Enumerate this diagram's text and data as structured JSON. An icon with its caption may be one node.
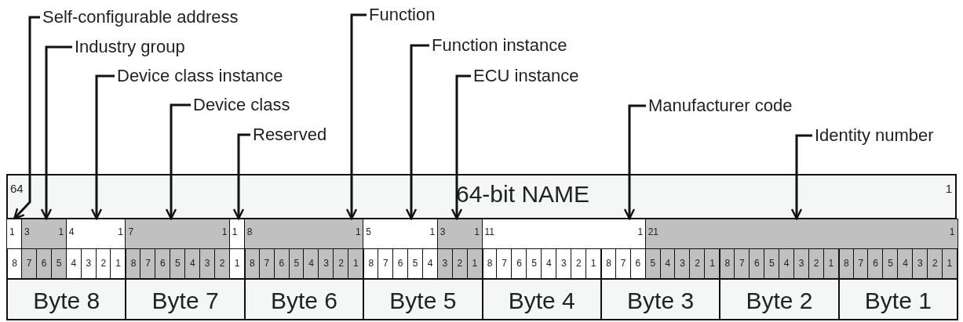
{
  "diagram": {
    "nodes": [
      {
        "text": [
          "Self-configurable address"
        ]
      },
      {
        "text": [
          "Industry group"
        ]
      },
      {
        "text": [
          "Device class instance"
        ]
      },
      {
        "text": [
          "Device class"
        ]
      },
      {
        "text": [
          "Reserved"
        ]
      },
      {
        "text": [
          "Function"
        ]
      },
      {
        "text": [
          "Function instance"
        ]
      },
      {
        "text": [
          "ECU instance"
        ]
      },
      {
        "text": [
          "Manufacturer code"
        ]
      },
      {
        "text": [
          "Identity number"
        ]
      },
      {
        "text": [
          "64",
          "64-bit NAME",
          "1"
        ]
      },
      {
        "text": [
          "1"
        ]
      },
      {
        "text": [
          "3",
          "1"
        ]
      },
      {
        "text": [
          "4",
          "1"
        ]
      },
      {
        "text": [
          "7",
          "1"
        ]
      },
      {
        "text": [
          "1"
        ]
      },
      {
        "text": [
          "8",
          "1"
        ]
      },
      {
        "text": [
          "5",
          "1"
        ]
      },
      {
        "text": [
          "3",
          "1"
        ]
      },
      {
        "text": [
          "11",
          "1"
        ]
      },
      {
        "text": [
          "21",
          "1"
        ]
      }
    ],
    "edges": [
      {
        "from": 0,
        "to": 11,
        "arrow": "to"
      },
      {
        "from": 1,
        "to": 12,
        "arrow": "to"
      },
      {
        "from": 2,
        "to": 13,
        "arrow": "to"
      },
      {
        "from": 3,
        "to": 14,
        "arrow": "to"
      },
      {
        "from": 4,
        "to": 15,
        "arrow": "to"
      },
      {
        "from": 5,
        "to": 16,
        "arrow": "to"
      },
      {
        "from": 6,
        "to": 17,
        "arrow": "to"
      },
      {
        "from": 7,
        "to": 18,
        "arrow": "to"
      },
      {
        "from": 8,
        "to": 19,
        "arrow": "to"
      },
      {
        "from": 9,
        "to": 20,
        "arrow": "to"
      }
    ],
    "labels": [
      "8",
      "7",
      "6",
      "5",
      "4",
      "3",
      "2",
      "1",
      "8",
      "7",
      "6",
      "5",
      "4",
      "3",
      "2",
      "1",
      "8",
      "7",
      "6",
      "5",
      "4",
      "3",
      "2",
      "1",
      "8",
      "7",
      "6",
      "5",
      "4",
      "3",
      "2",
      "1",
      "8",
      "7",
      "6",
      "5",
      "4",
      "3",
      "2",
      "1",
      "8",
      "7",
      "6",
      "5",
      "4",
      "3",
      "2",
      "1",
      "8",
      "7",
      "6",
      "5",
      "4",
      "3",
      "2",
      "1",
      "8",
      "7",
      "6",
      "5",
      "4",
      "3",
      "2",
      "1",
      "Byte 8",
      "Byte 7",
      "Byte 6",
      "Byte 5",
      "Byte 4",
      "Byte 3",
      "Byte 2",
      "Byte 1"
    ]
  }
}
